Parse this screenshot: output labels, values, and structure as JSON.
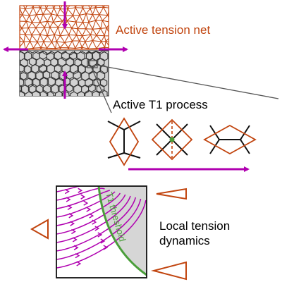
{
  "labels": {
    "tension_net": "Active tension net",
    "t1_process": "Active T1 process",
    "t1_threshold": "T1 threshold",
    "local_tension_line1": "Local tension",
    "local_tension_line2": "dynamics"
  },
  "colors": {
    "tension_edge": "#c1440e",
    "cell_fill": "#d2d2d2",
    "cell_edge": "#333333",
    "arrow": "#b000b0",
    "threshold": "#4a9e3a",
    "phase_bg": "#d6d6d6",
    "connector": "#555555"
  },
  "icons": [
    "tension-triangle-icon",
    "flow-arrow-icon",
    "t1-vertex-icon"
  ]
}
